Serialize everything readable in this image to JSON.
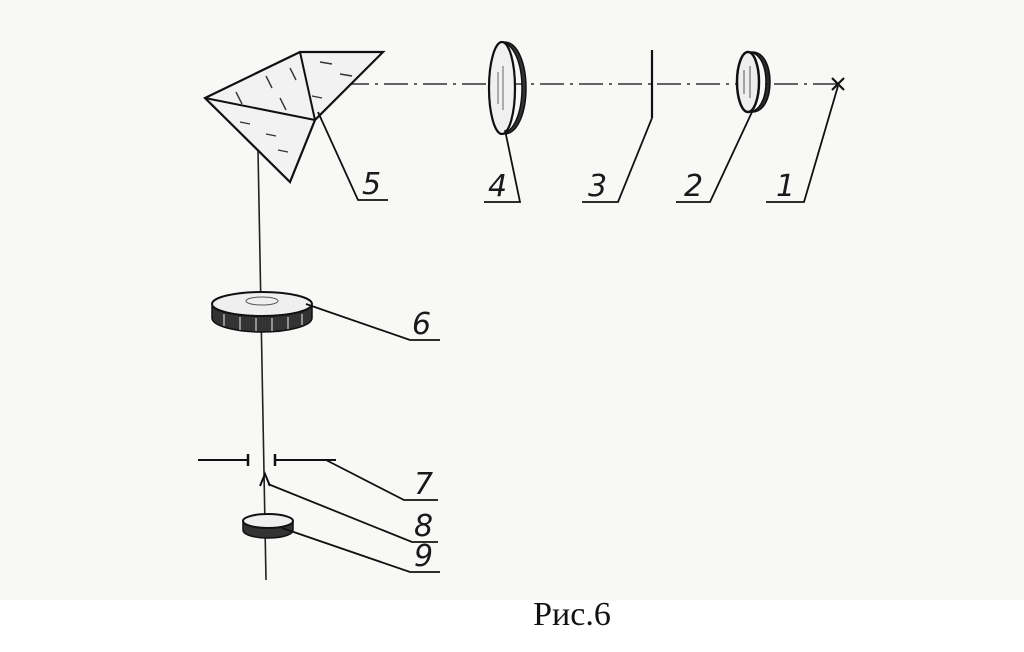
{
  "caption": "Рис.6",
  "labels": {
    "l1": "1",
    "l2": "2",
    "l3": "3",
    "l4": "4",
    "l5": "5",
    "l6": "6",
    "l7": "7",
    "l8": "8",
    "l9": "9"
  },
  "colors": {
    "ink": "#1a1a1a",
    "paper": "#f7f7f5",
    "prism_face": "#f1f1f1"
  }
}
